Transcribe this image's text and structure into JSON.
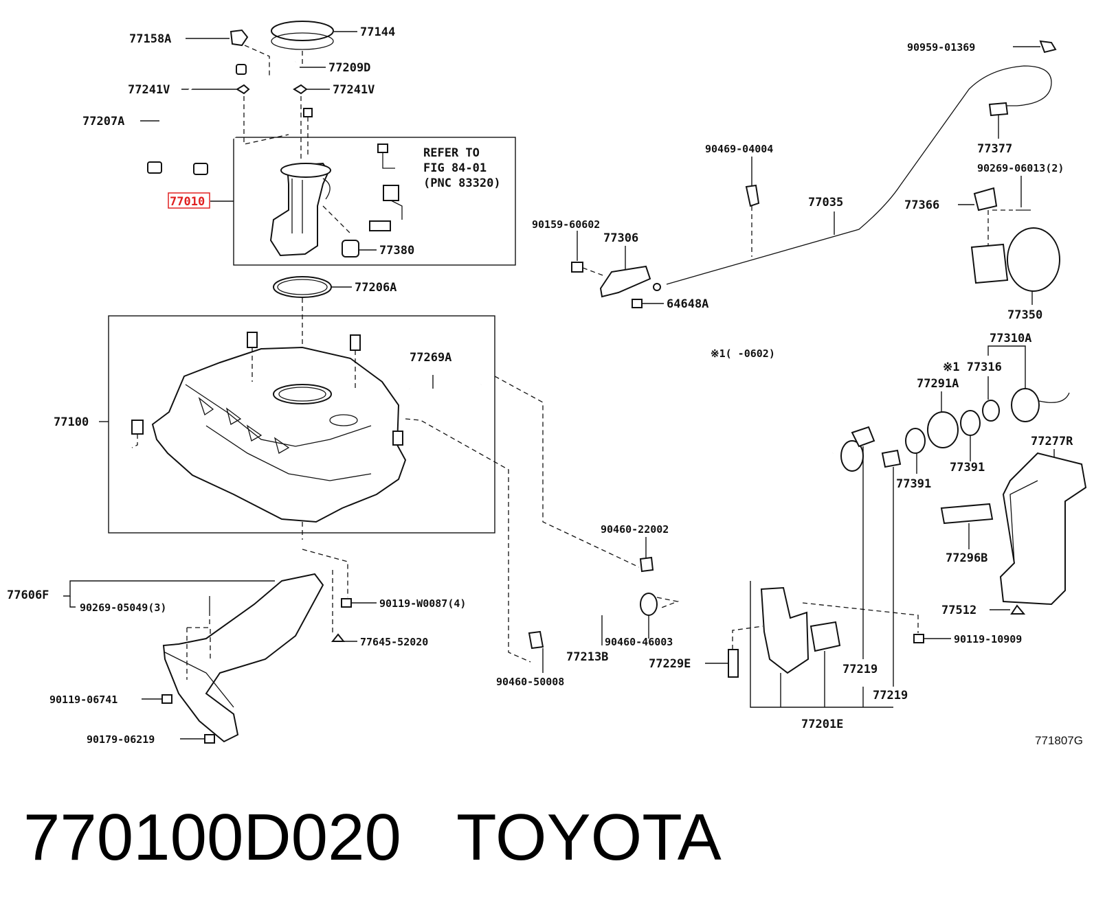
{
  "diagram": {
    "highlighted_part": "77010",
    "figure_code": "771807G",
    "refer_note": [
      "REFER TO",
      "FIG 84-01",
      "(PNC 83320)"
    ],
    "condition_note": "※1(      -0602)",
    "callouts": {
      "c77158A": "77158A",
      "c77144": "77144",
      "c77209D": "77209D",
      "c77241V_left": "77241V",
      "c77241V_right": "77241V",
      "c77207A": "77207A",
      "c77010": "77010",
      "c77380": "77380",
      "c77206A": "77206A",
      "c77100": "77100",
      "c77269A": "77269A",
      "c90959_01369": "90959-01369",
      "c77377": "77377",
      "c90269_06013": "90269-06013(2)",
      "c77366": "77366",
      "c90469_04004": "90469-04004",
      "c77035": "77035",
      "c90159_60602": "90159-60602",
      "c77306": "77306",
      "c64648A": "64648A",
      "c77350": "77350",
      "c77310A": "77310A",
      "c77316": "※1 77316",
      "c77291A": "77291A",
      "c77277R": "77277R",
      "c77391_a": "77391",
      "c77391_b": "77391",
      "c77296B": "77296B",
      "c90460_22002": "90460-22002",
      "c77512": "77512",
      "c90119_10909": "90119-10909",
      "c77606F": "77606F",
      "c90269_05049": "90269-05049(3)",
      "c90119_W0087": "90119-W0087(4)",
      "c77645_52020": "77645-52020",
      "c90460_46003": "90460-46003",
      "c77213B": "77213B",
      "c77229E": "77229E",
      "c77219_a": "77219",
      "c77219_b": "77219",
      "c90460_50008": "90460-50008",
      "c77201E": "77201E",
      "c90119_06741": "90119-06741",
      "c90179_06219": "90179-06219"
    }
  },
  "caption": {
    "part_number": "770100D020",
    "brand": "TOYOTA"
  }
}
